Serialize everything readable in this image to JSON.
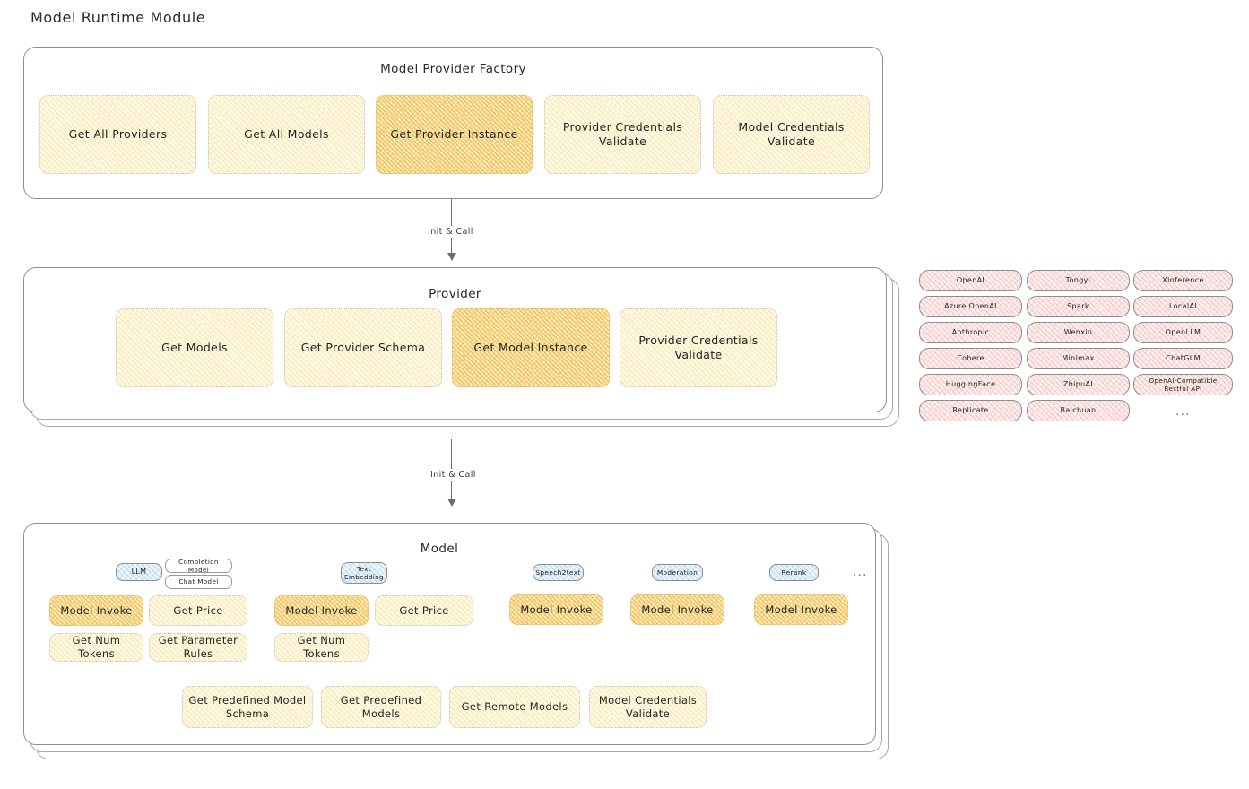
{
  "page": {
    "title": "Model Runtime Module"
  },
  "factory": {
    "title": "Model Provider Factory",
    "nodes": [
      {
        "label": "Get All Providers",
        "highlight": false
      },
      {
        "label": "Get All Models",
        "highlight": false
      },
      {
        "label": "Get Provider Instance",
        "highlight": true
      },
      {
        "label": "Provider Credentials Validate",
        "highlight": false
      },
      {
        "label": "Model Credentials Validate",
        "highlight": false
      }
    ]
  },
  "arrows": [
    {
      "label": "Init & Call"
    },
    {
      "label": "Init & Call"
    }
  ],
  "provider": {
    "title": "Provider",
    "nodes": [
      {
        "label": "Get Models",
        "highlight": false
      },
      {
        "label": "Get Provider Schema",
        "highlight": false
      },
      {
        "label": "Get Model Instance",
        "highlight": true
      },
      {
        "label": "Provider Credentials Validate",
        "highlight": false
      }
    ]
  },
  "provider_list": {
    "columns": [
      {
        "items": [
          "OpenAI",
          "Azure OpenAI",
          "Anthropic",
          "Cohere",
          "HuggingFace",
          "Replicate"
        ]
      },
      {
        "items": [
          "Tongyi",
          "Spark",
          "Wenxin",
          "Minimax",
          "ZhipuAI",
          "Baichuan"
        ]
      },
      {
        "items": [
          "Xinference",
          "LocalAI",
          "OpenLLM",
          "ChatGLM",
          "OpenAI-Compatible Restful API"
        ]
      }
    ],
    "more": "..."
  },
  "model": {
    "title": "Model",
    "more_badge": "...",
    "groups": [
      {
        "badge": "LLM",
        "sub_badges": [
          "Completion Model",
          "Chat Model"
        ],
        "nodes": [
          {
            "label": "Model Invoke",
            "highlight": true
          },
          {
            "label": "Get Price",
            "highlight": false
          },
          {
            "label": "Get Num Tokens",
            "highlight": false
          },
          {
            "label": "Get Parameter Rules",
            "highlight": false
          }
        ]
      },
      {
        "badge": "Text Embedding",
        "sub_badges": [],
        "nodes": [
          {
            "label": "Model Invoke",
            "highlight": true
          },
          {
            "label": "Get Price",
            "highlight": false
          },
          {
            "label": "Get Num Tokens",
            "highlight": false
          }
        ]
      },
      {
        "badge": "Speech2text",
        "sub_badges": [],
        "nodes": [
          {
            "label": "Model Invoke",
            "highlight": true
          }
        ]
      },
      {
        "badge": "Moderation",
        "sub_badges": [],
        "nodes": [
          {
            "label": "Model Invoke",
            "highlight": true
          }
        ]
      },
      {
        "badge": "Rerank",
        "sub_badges": [],
        "nodes": [
          {
            "label": "Model Invoke",
            "highlight": true
          }
        ]
      }
    ],
    "common_nodes": [
      {
        "label": "Get Predefined Model Schema"
      },
      {
        "label": "Get Predefined Models"
      },
      {
        "label": "Get Remote Models"
      },
      {
        "label": "Model Credentials Validate"
      }
    ]
  },
  "colors": {
    "highlight_fill": "#fdeec6",
    "light_fill": "#fefaea",
    "provider_chip_fill": "#fdf0ef",
    "model_badge_fill": "#eef6fd",
    "panel_border": "#8e8e8e"
  }
}
